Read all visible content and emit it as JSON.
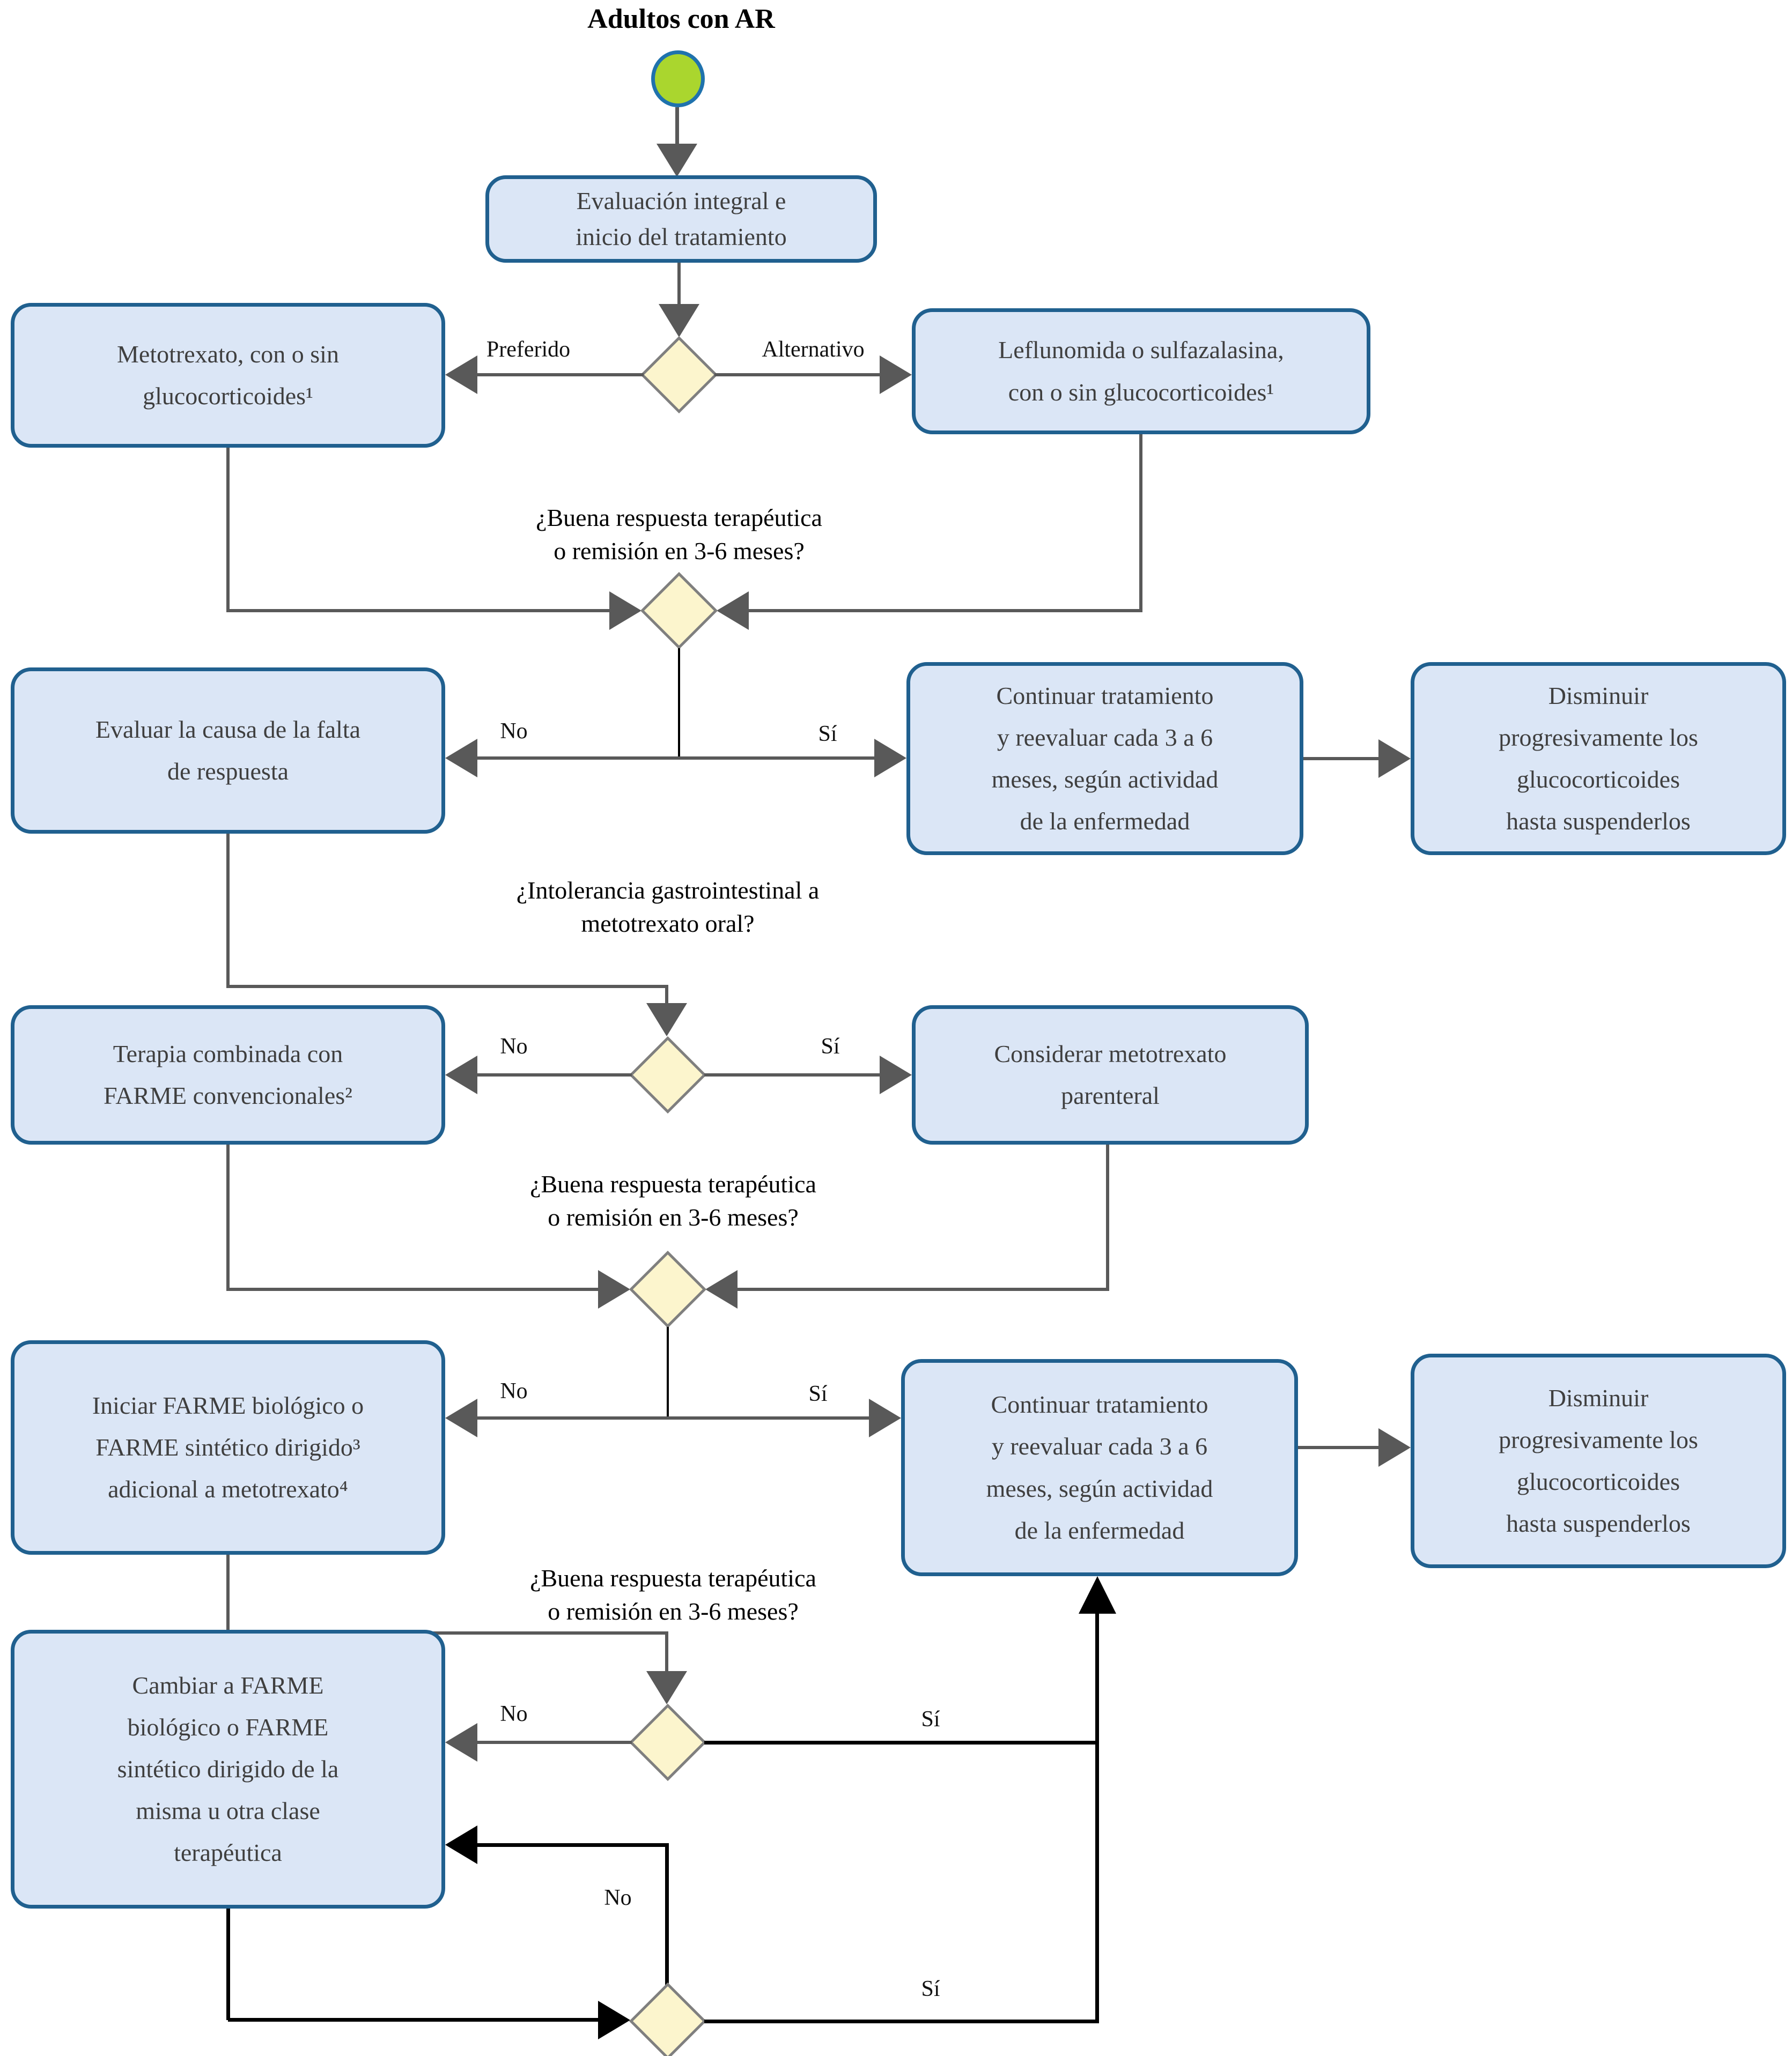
{
  "title": "Adultos con AR",
  "boxes": {
    "evaluacion": {
      "label": [
        "Evaluación integral e",
        "inicio del tratamiento"
      ]
    },
    "metotrexato": {
      "label": [
        "Metotrexato, con o sin",
        "glucocorticoides¹"
      ]
    },
    "leflunomida": {
      "label": [
        "Leflunomida o sulfazalasina,",
        "con o sin glucocorticoides¹"
      ]
    },
    "evaluar_causa": {
      "label": [
        "Evaluar la causa de la falta",
        "de respuesta"
      ]
    },
    "continuar_1": {
      "label": [
        "Continuar tratamiento",
        "y reevaluar cada 3 a 6",
        "meses, según actividad",
        "de la enfermedad"
      ]
    },
    "disminuir_1": {
      "label": [
        "Disminuir",
        "progresivamente los",
        "glucocorticoides",
        "hasta suspenderlos"
      ]
    },
    "terapia_combinada": {
      "label": [
        "Terapia combinada con",
        "FARME convencionales²"
      ]
    },
    "considerar_mtx": {
      "label": [
        "Considerar metotrexato",
        "parenteral"
      ]
    },
    "iniciar_farme": {
      "label": [
        "Iniciar FARME biológico o",
        "FARME sintético dirigido³",
        "adicional a metotrexato⁴"
      ]
    },
    "continuar_2": {
      "label": [
        "Continuar tratamiento",
        "y reevaluar cada 3 a 6",
        "meses, según actividad",
        "de la enfermedad"
      ]
    },
    "disminuir_2": {
      "label": [
        "Disminuir",
        "progresivamente los",
        "glucocorticoides",
        "hasta suspenderlos"
      ]
    },
    "cambiar_farme": {
      "label": [
        "Cambiar a FARME",
        "biológico o FARME",
        "sintético dirigido de la",
        "misma u otra clase",
        "terapéutica"
      ]
    }
  },
  "questions": {
    "q1": [
      "¿Buena respuesta terapéutica",
      "o remisión en 3-6 meses?"
    ],
    "q2": [
      "¿Intolerancia gastrointestinal a",
      "metotrexato oral?"
    ],
    "q3": [
      "¿Buena respuesta terapéutica",
      "o remisión en 3-6 meses?"
    ],
    "q4": [
      "¿Buena respuesta terapéutica",
      "o remisión en 3-6 meses?"
    ]
  },
  "edge_labels": {
    "preferido": "Preferido",
    "alternativo": "Alternativo",
    "d2_no": "No",
    "d2_si": "Sí",
    "d3_no": "No",
    "d3_si": "Sí",
    "d4_no": "No",
    "d4_si": "Sí",
    "d5_no": "No",
    "d5_si": "Sí",
    "d6_no": "No",
    "d6_si": "Sí"
  },
  "colors": {
    "box_fill": "#dbe6f6",
    "box_border": "#20608f",
    "diamond_fill": "#fcf5cd",
    "diamond_border": "#7f7f7f",
    "start_fill": "#aad62e",
    "start_border": "#1f72ad",
    "line_gray": "#595959",
    "line_black": "#000000",
    "box_text": "#3f3f3f",
    "label_text": "#111111"
  }
}
